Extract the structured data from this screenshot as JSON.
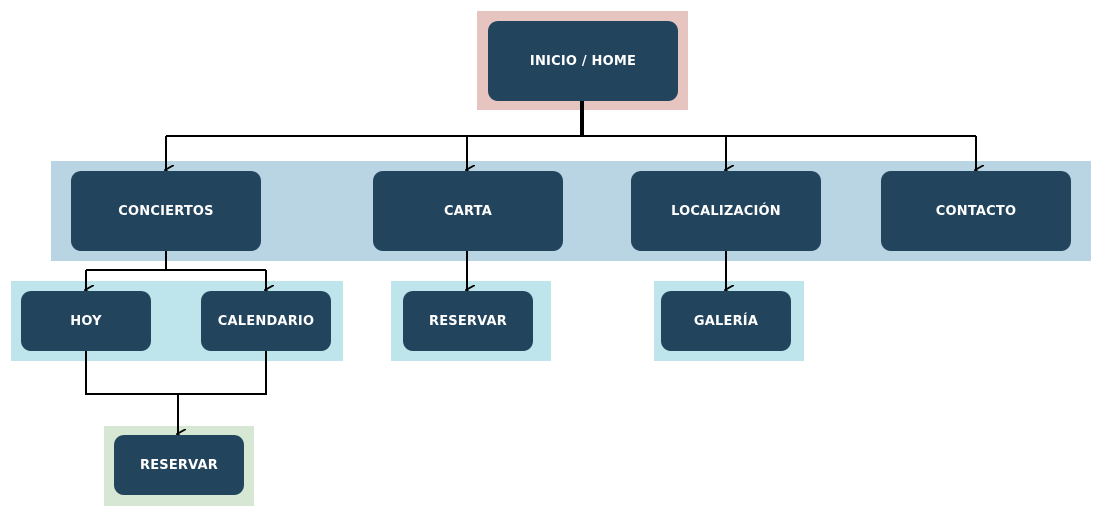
{
  "colors": {
    "node_fill": "#23445d",
    "node_text": "#ffffff",
    "home_band": "#e6c4bf",
    "main_band": "#b9d5e3",
    "sub_band": "#bde5eb",
    "final_band": "#d6e7d4",
    "connector": "#000000"
  },
  "nodes": {
    "home": "INICIO / HOME",
    "conciertos": "CONCIERTOS",
    "carta": "CARTA",
    "localizacion": "LOCALIZACIÓN",
    "contacto": "CONTACTO",
    "hoy": "HOY",
    "calendario": "CALENDARIO",
    "reservar_carta": "RESERVAR",
    "galeria": "GALERÍA",
    "reservar_conciertos": "RESERVAR"
  }
}
